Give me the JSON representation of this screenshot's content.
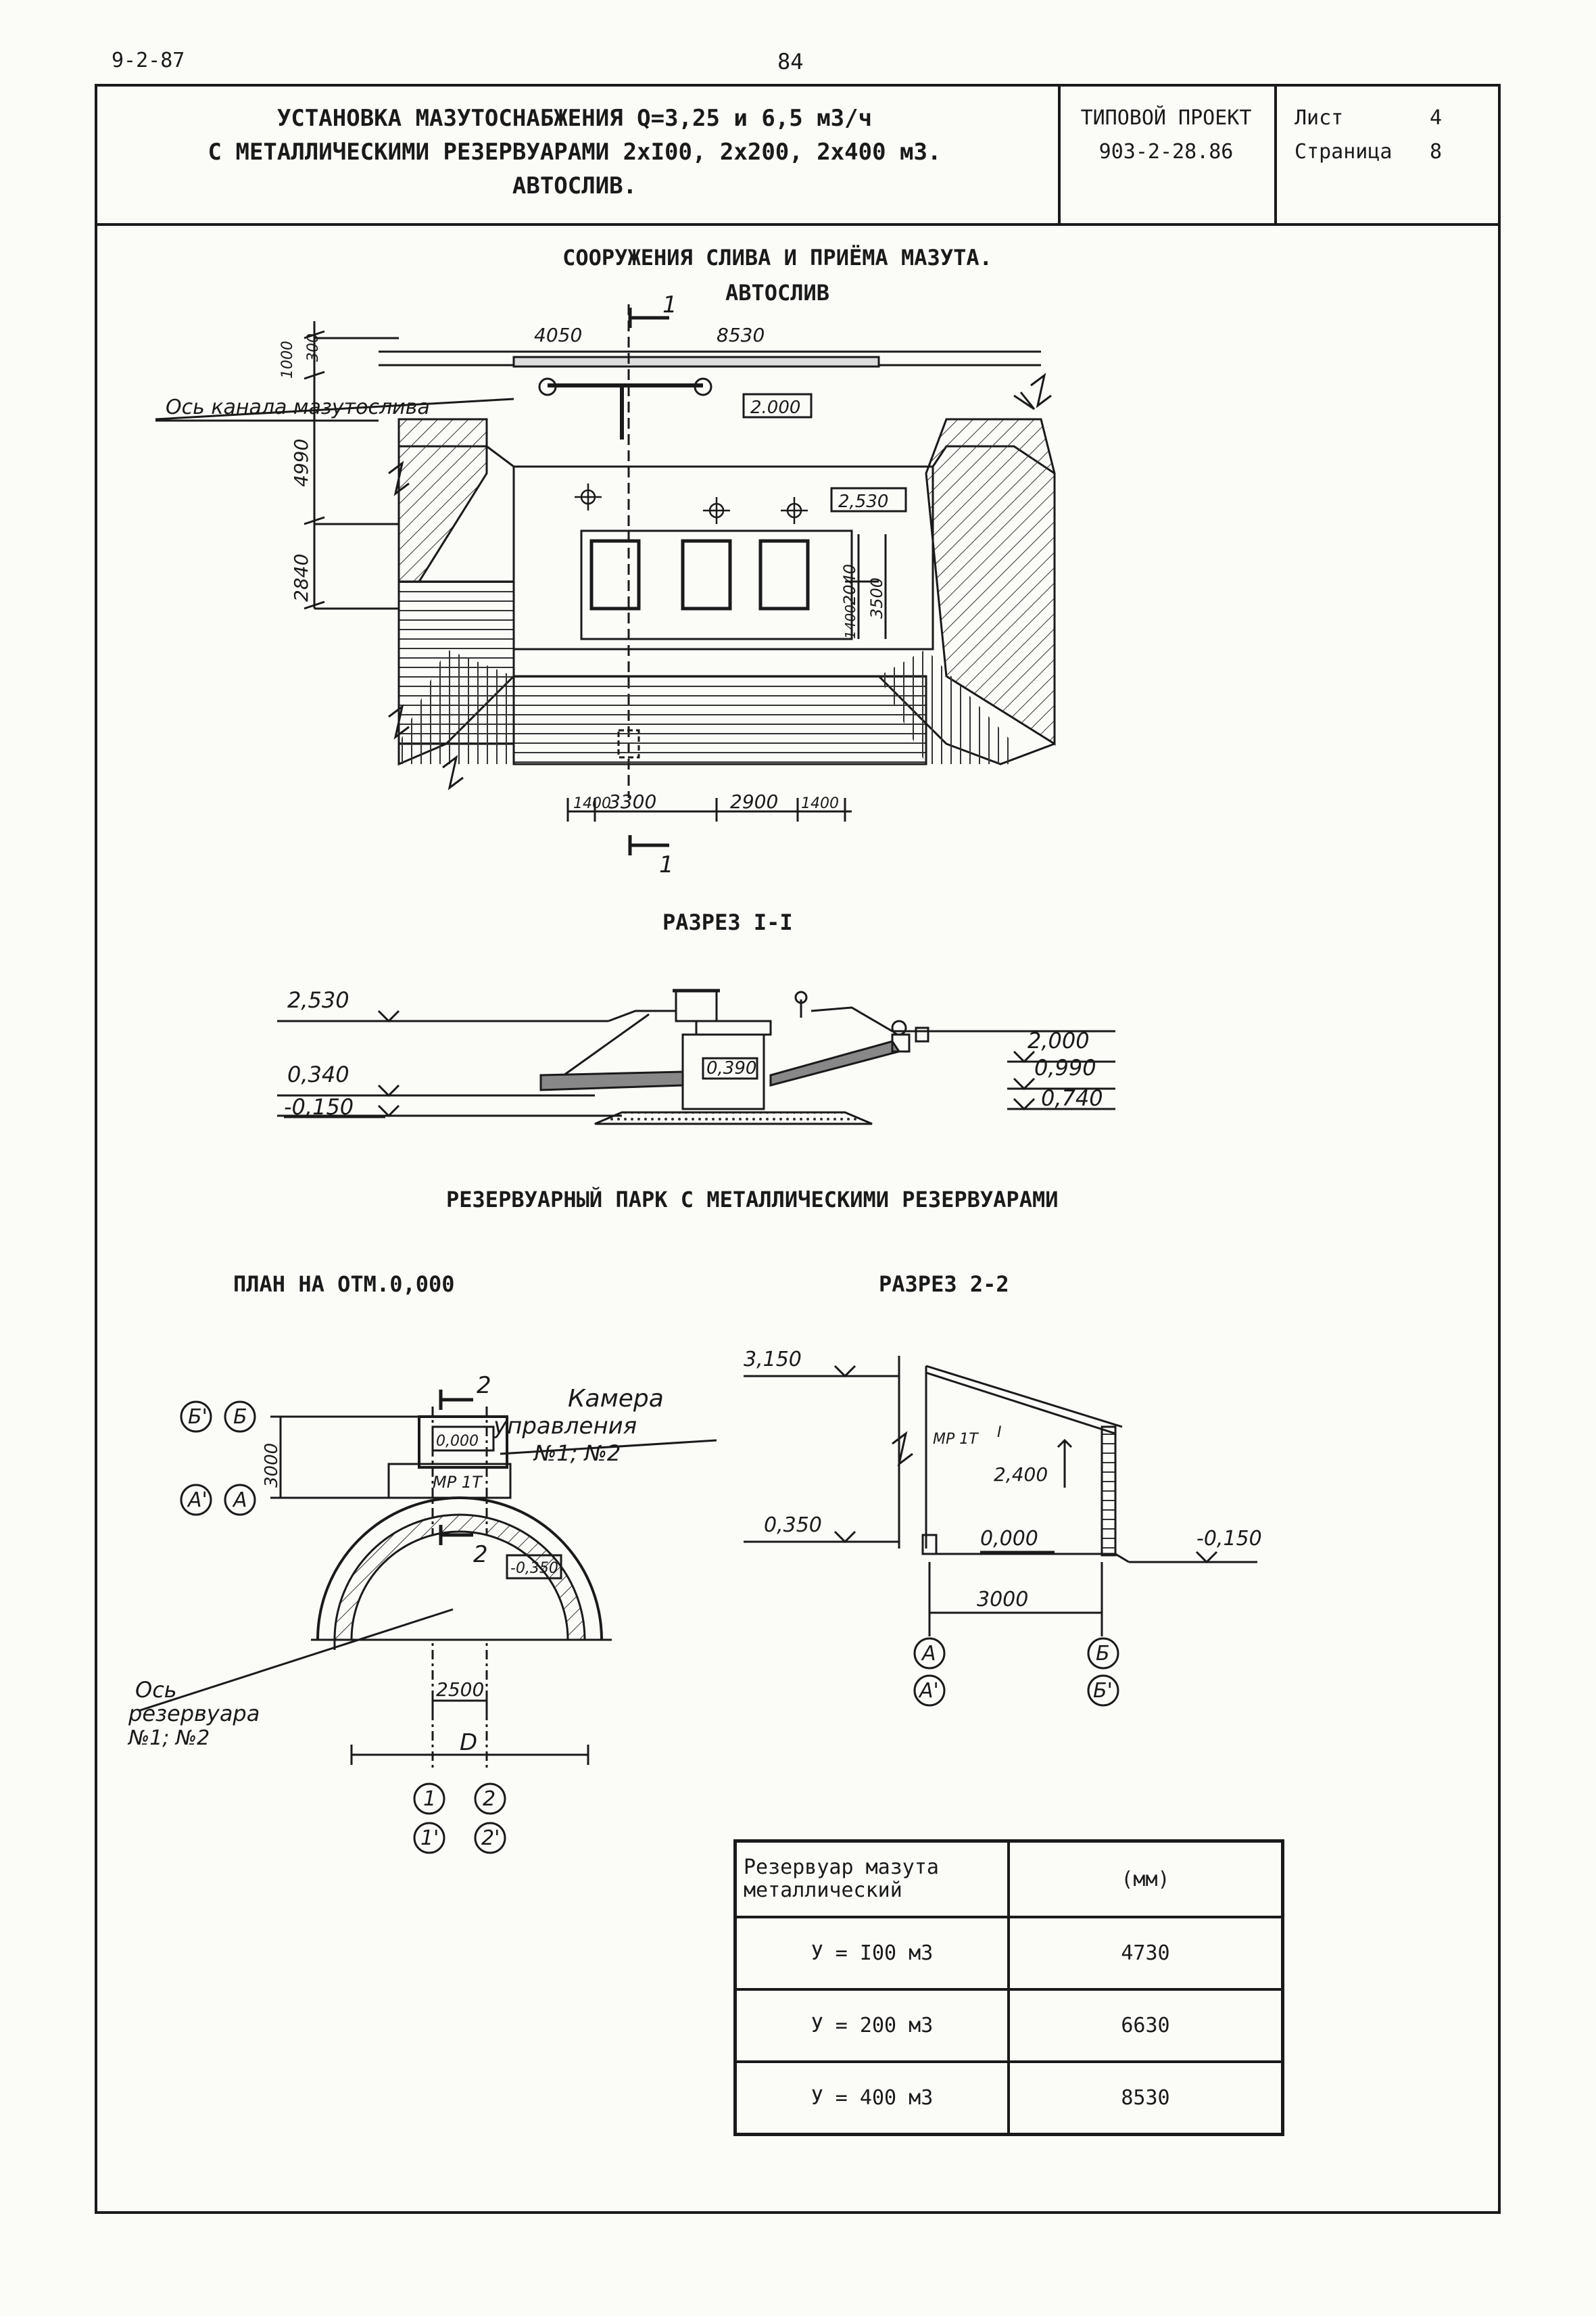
{
  "corner": {
    "left": "9-2-87",
    "page": "84"
  },
  "title_block": {
    "title_lines": [
      "УСТАНОВКА МАЗУТОСНАБЖЕНИЯ Q=3,25 и 6,5 м3/ч",
      "С МЕТАЛЛИЧЕСКИМИ РЕЗЕРВУАРАМИ 2хI00, 2х200, 2х400 м3.",
      "АВТОСЛИВ."
    ],
    "project_label": "ТИПОВОЙ ПРОЕКТ",
    "project_number": "903-2-28.86",
    "sheet_label": "Лист",
    "sheet_value": "4",
    "page_label": "Страница",
    "page_value": "8"
  },
  "plan1": {
    "heading_1": "СООРУЖЕНИЯ СЛИВА И ПРИЁМА МАЗУТА.",
    "heading_2": "АВТОСЛИВ",
    "axis_label": "Ось канала мазутослива",
    "section_mark": "1",
    "dims_top": [
      "4050",
      "8530"
    ],
    "dims_left": [
      "300",
      "1000",
      "4990",
      "2840"
    ],
    "dims_right": [
      "2040",
      "3500",
      "1400"
    ],
    "dims_bottom": [
      "1400",
      "3300",
      "2900",
      "1400"
    ],
    "levels": [
      "2.000",
      "2,530"
    ]
  },
  "section1": {
    "heading": "РАЗРЕЗ I-I",
    "levels_left": [
      "2,530",
      "0,340",
      "-0,150"
    ],
    "level_mid": "0,390",
    "levels_right": [
      "2,000",
      "0,990",
      "0,740"
    ]
  },
  "tank_park": {
    "heading": "РЕЗЕРВУАРНЫЙ ПАРК С МЕТАЛЛИЧЕСКИМИ РЕЗЕРВУАРАМИ",
    "plan_heading": "ПЛАН НА ОТМ.0,000",
    "section_heading": "РАЗРЕЗ 2-2",
    "plan": {
      "chamber_label_1": "Камера",
      "chamber_label_2": "управления",
      "chamber_label_3": "№1; №2",
      "tank_axis_1": "Ось",
      "tank_axis_2": "резервуара",
      "tank_axis_3": "№1; №2",
      "axes_left_1": [
        "Б'",
        "Б"
      ],
      "axes_left_2": [
        "А'",
        "А"
      ],
      "axes_bottom_1": [
        "1",
        "1'"
      ],
      "axes_bottom_2": [
        "2",
        "2'"
      ],
      "dim_3000": "3000",
      "dim_2500": "2500",
      "dim_D": "D",
      "level_box_1": "0,000",
      "level_box_2": "-0,350",
      "mark_mp": "МР 1Т",
      "section_mark": "2"
    },
    "section": {
      "levels": [
        "3,150",
        "2,400",
        "0,350",
        "0,000",
        "-0,150"
      ],
      "mark_mp": "МР 1Т",
      "mark_i": "I",
      "dim": "3000",
      "axes_a": [
        "А",
        "А'"
      ],
      "axes_b": [
        "Б",
        "Б'"
      ]
    }
  },
  "table": {
    "header_1": "Резервуар мазута металлический",
    "header_2": "(мм)",
    "rows": [
      {
        "volume": "У = I00 м3",
        "value": "4730"
      },
      {
        "volume": "У = 200 м3",
        "value": "6630"
      },
      {
        "volume": "У = 400 м3",
        "value": "8530"
      }
    ]
  }
}
